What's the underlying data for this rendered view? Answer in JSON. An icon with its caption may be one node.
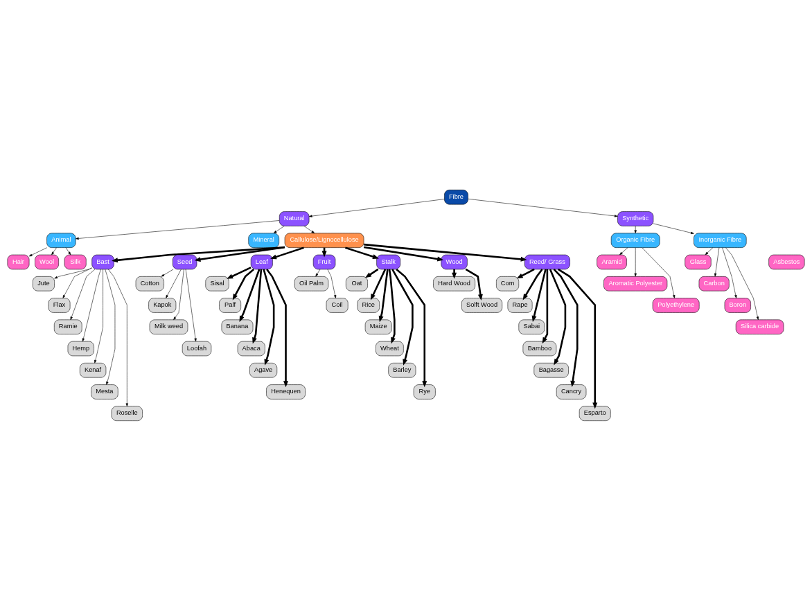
{
  "diagram": {
    "nodes": [
      {
        "text": [
          "Fibre"
        ]
      },
      {
        "text": [
          "Natural"
        ]
      },
      {
        "text": [
          "Synthetic"
        ]
      },
      {
        "text": [
          "Animal"
        ]
      },
      {
        "text": [
          "Mineral"
        ]
      },
      {
        "text": [
          "Organic Fibre"
        ]
      },
      {
        "text": [
          "Inorganic Fibre"
        ]
      },
      {
        "text": [
          "Hair"
        ]
      },
      {
        "text": [
          "Wool"
        ]
      },
      {
        "text": [
          "Silk"
        ]
      },
      {
        "text": [
          "Asbestos"
        ]
      },
      {
        "text": [
          "Callulose/Lignocellulose"
        ]
      },
      {
        "text": [
          "Aramid"
        ]
      },
      {
        "text": [
          "Aromatic Polyester"
        ]
      },
      {
        "text": [
          "Polyethylene"
        ]
      },
      {
        "text": [
          "Glass"
        ]
      },
      {
        "text": [
          "Carbon"
        ]
      },
      {
        "text": [
          "Boron"
        ]
      },
      {
        "text": [
          "Silica carbide"
        ]
      },
      {
        "text": [
          "Bast"
        ]
      },
      {
        "text": [
          "Seed"
        ]
      },
      {
        "text": [
          "Leaf"
        ]
      },
      {
        "text": [
          "Fruit"
        ]
      },
      {
        "text": [
          "Stalk"
        ]
      },
      {
        "text": [
          "Wood"
        ]
      },
      {
        "text": [
          "Reed/ Grass"
        ]
      },
      {
        "text": [
          "Jute"
        ]
      },
      {
        "text": [
          "Flax"
        ]
      },
      {
        "text": [
          "Ramie"
        ]
      },
      {
        "text": [
          "Hemp"
        ]
      },
      {
        "text": [
          "Kenaf"
        ]
      },
      {
        "text": [
          "Mesta"
        ]
      },
      {
        "text": [
          "Roselle"
        ]
      },
      {
        "text": [
          "Cotton"
        ]
      },
      {
        "text": [
          "Kapok"
        ]
      },
      {
        "text": [
          "Milk weed"
        ]
      },
      {
        "text": [
          "Loofah"
        ]
      },
      {
        "text": [
          "Sisal"
        ]
      },
      {
        "text": [
          "Palf"
        ]
      },
      {
        "text": [
          "Banana"
        ]
      },
      {
        "text": [
          "Abaca"
        ]
      },
      {
        "text": [
          "Agave"
        ]
      },
      {
        "text": [
          "Henequen"
        ]
      },
      {
        "text": [
          "Oil Palm"
        ]
      },
      {
        "text": [
          "Coil"
        ]
      },
      {
        "text": [
          "Oat"
        ]
      },
      {
        "text": [
          "Rice"
        ]
      },
      {
        "text": [
          "Maize"
        ]
      },
      {
        "text": [
          "Wheat"
        ]
      },
      {
        "text": [
          "Barley"
        ]
      },
      {
        "text": [
          "Rye"
        ]
      },
      {
        "text": [
          "Hard Wood"
        ]
      },
      {
        "text": [
          "Solft Wood"
        ]
      },
      {
        "text": [
          "Com"
        ]
      },
      {
        "text": [
          "Rape"
        ]
      },
      {
        "text": [
          "Sabai"
        ]
      },
      {
        "text": [
          "Bamboo"
        ]
      },
      {
        "text": [
          "Bagasse"
        ]
      },
      {
        "text": [
          "Cancry"
        ]
      },
      {
        "text": [
          "Esparto"
        ]
      }
    ],
    "edges": [
      {
        "from": 0,
        "to": 1,
        "arrow": "to"
      },
      {
        "from": 0,
        "to": 2,
        "arrow": "to"
      },
      {
        "from": 1,
        "to": 3,
        "arrow": "to"
      },
      {
        "from": 1,
        "to": 4,
        "arrow": "to"
      },
      {
        "from": 1,
        "to": 11,
        "arrow": "to"
      },
      {
        "from": 3,
        "to": 7,
        "arrow": "to"
      },
      {
        "from": 3,
        "to": 8,
        "arrow": "to"
      },
      {
        "from": 3,
        "to": 9,
        "arrow": "to"
      },
      {
        "from": 2,
        "to": 5,
        "arrow": "to"
      },
      {
        "from": 2,
        "to": 6,
        "arrow": "to"
      },
      {
        "from": 5,
        "to": 12,
        "arrow": "to"
      },
      {
        "from": 5,
        "to": 13,
        "arrow": "to"
      },
      {
        "from": 5,
        "to": 14,
        "arrow": "to"
      },
      {
        "from": 6,
        "to": 15,
        "arrow": "to"
      },
      {
        "from": 6,
        "to": 16,
        "arrow": "to"
      },
      {
        "from": 6,
        "to": 17,
        "arrow": "to"
      },
      {
        "from": 6,
        "to": 18,
        "arrow": "to"
      },
      {
        "from": 11,
        "to": 19,
        "arrow": "to",
        "style": "thick"
      },
      {
        "from": 11,
        "to": 20,
        "arrow": "to",
        "style": "thick"
      },
      {
        "from": 11,
        "to": 21,
        "arrow": "to",
        "style": "thick"
      },
      {
        "from": 11,
        "to": 22,
        "arrow": "to",
        "style": "thick"
      },
      {
        "from": 11,
        "to": 23,
        "arrow": "to",
        "style": "thick"
      },
      {
        "from": 11,
        "to": 24,
        "arrow": "to",
        "style": "thick"
      },
      {
        "from": 11,
        "to": 25,
        "arrow": "to",
        "style": "thick"
      },
      {
        "from": 19,
        "to": 26,
        "arrow": "to"
      },
      {
        "from": 19,
        "to": 27,
        "arrow": "to"
      },
      {
        "from": 19,
        "to": 28,
        "arrow": "to"
      },
      {
        "from": 19,
        "to": 29,
        "arrow": "to"
      },
      {
        "from": 19,
        "to": 30,
        "arrow": "to"
      },
      {
        "from": 19,
        "to": 31,
        "arrow": "to"
      },
      {
        "from": 19,
        "to": 32,
        "arrow": "to"
      },
      {
        "from": 20,
        "to": 33,
        "arrow": "to"
      },
      {
        "from": 20,
        "to": 34,
        "arrow": "to"
      },
      {
        "from": 20,
        "to": 35,
        "arrow": "to"
      },
      {
        "from": 20,
        "to": 36,
        "arrow": "to"
      },
      {
        "from": 21,
        "to": 37,
        "arrow": "to",
        "style": "thick"
      },
      {
        "from": 21,
        "to": 38,
        "arrow": "to",
        "style": "thick"
      },
      {
        "from": 21,
        "to": 39,
        "arrow": "to",
        "style": "thick"
      },
      {
        "from": 21,
        "to": 40,
        "arrow": "to",
        "style": "thick"
      },
      {
        "from": 21,
        "to": 41,
        "arrow": "to",
        "style": "thick"
      },
      {
        "from": 21,
        "to": 42,
        "arrow": "to",
        "style": "thick"
      },
      {
        "from": 22,
        "to": 43,
        "arrow": "to"
      },
      {
        "from": 22,
        "to": 44,
        "arrow": "to"
      },
      {
        "from": 23,
        "to": 45,
        "arrow": "to",
        "style": "thick"
      },
      {
        "from": 23,
        "to": 46,
        "arrow": "to",
        "style": "thick"
      },
      {
        "from": 23,
        "to": 47,
        "arrow": "to",
        "style": "thick"
      },
      {
        "from": 23,
        "to": 48,
        "arrow": "to",
        "style": "thick"
      },
      {
        "from": 23,
        "to": 49,
        "arrow": "to",
        "style": "thick"
      },
      {
        "from": 23,
        "to": 50,
        "arrow": "to",
        "style": "thick"
      },
      {
        "from": 24,
        "to": 51,
        "arrow": "to",
        "style": "thick"
      },
      {
        "from": 24,
        "to": 52,
        "arrow": "to",
        "style": "thick"
      },
      {
        "from": 25,
        "to": 53,
        "arrow": "to",
        "style": "thick"
      },
      {
        "from": 25,
        "to": 54,
        "arrow": "to",
        "style": "thick"
      },
      {
        "from": 25,
        "to": 55,
        "arrow": "to",
        "style": "thick"
      },
      {
        "from": 25,
        "to": 56,
        "arrow": "to",
        "style": "thick"
      },
      {
        "from": 25,
        "to": 57,
        "arrow": "to",
        "style": "thick"
      },
      {
        "from": 25,
        "to": 58,
        "arrow": "to",
        "style": "thick"
      },
      {
        "from": 25,
        "to": 59,
        "arrow": "to",
        "style": "thick"
      }
    ]
  }
}
